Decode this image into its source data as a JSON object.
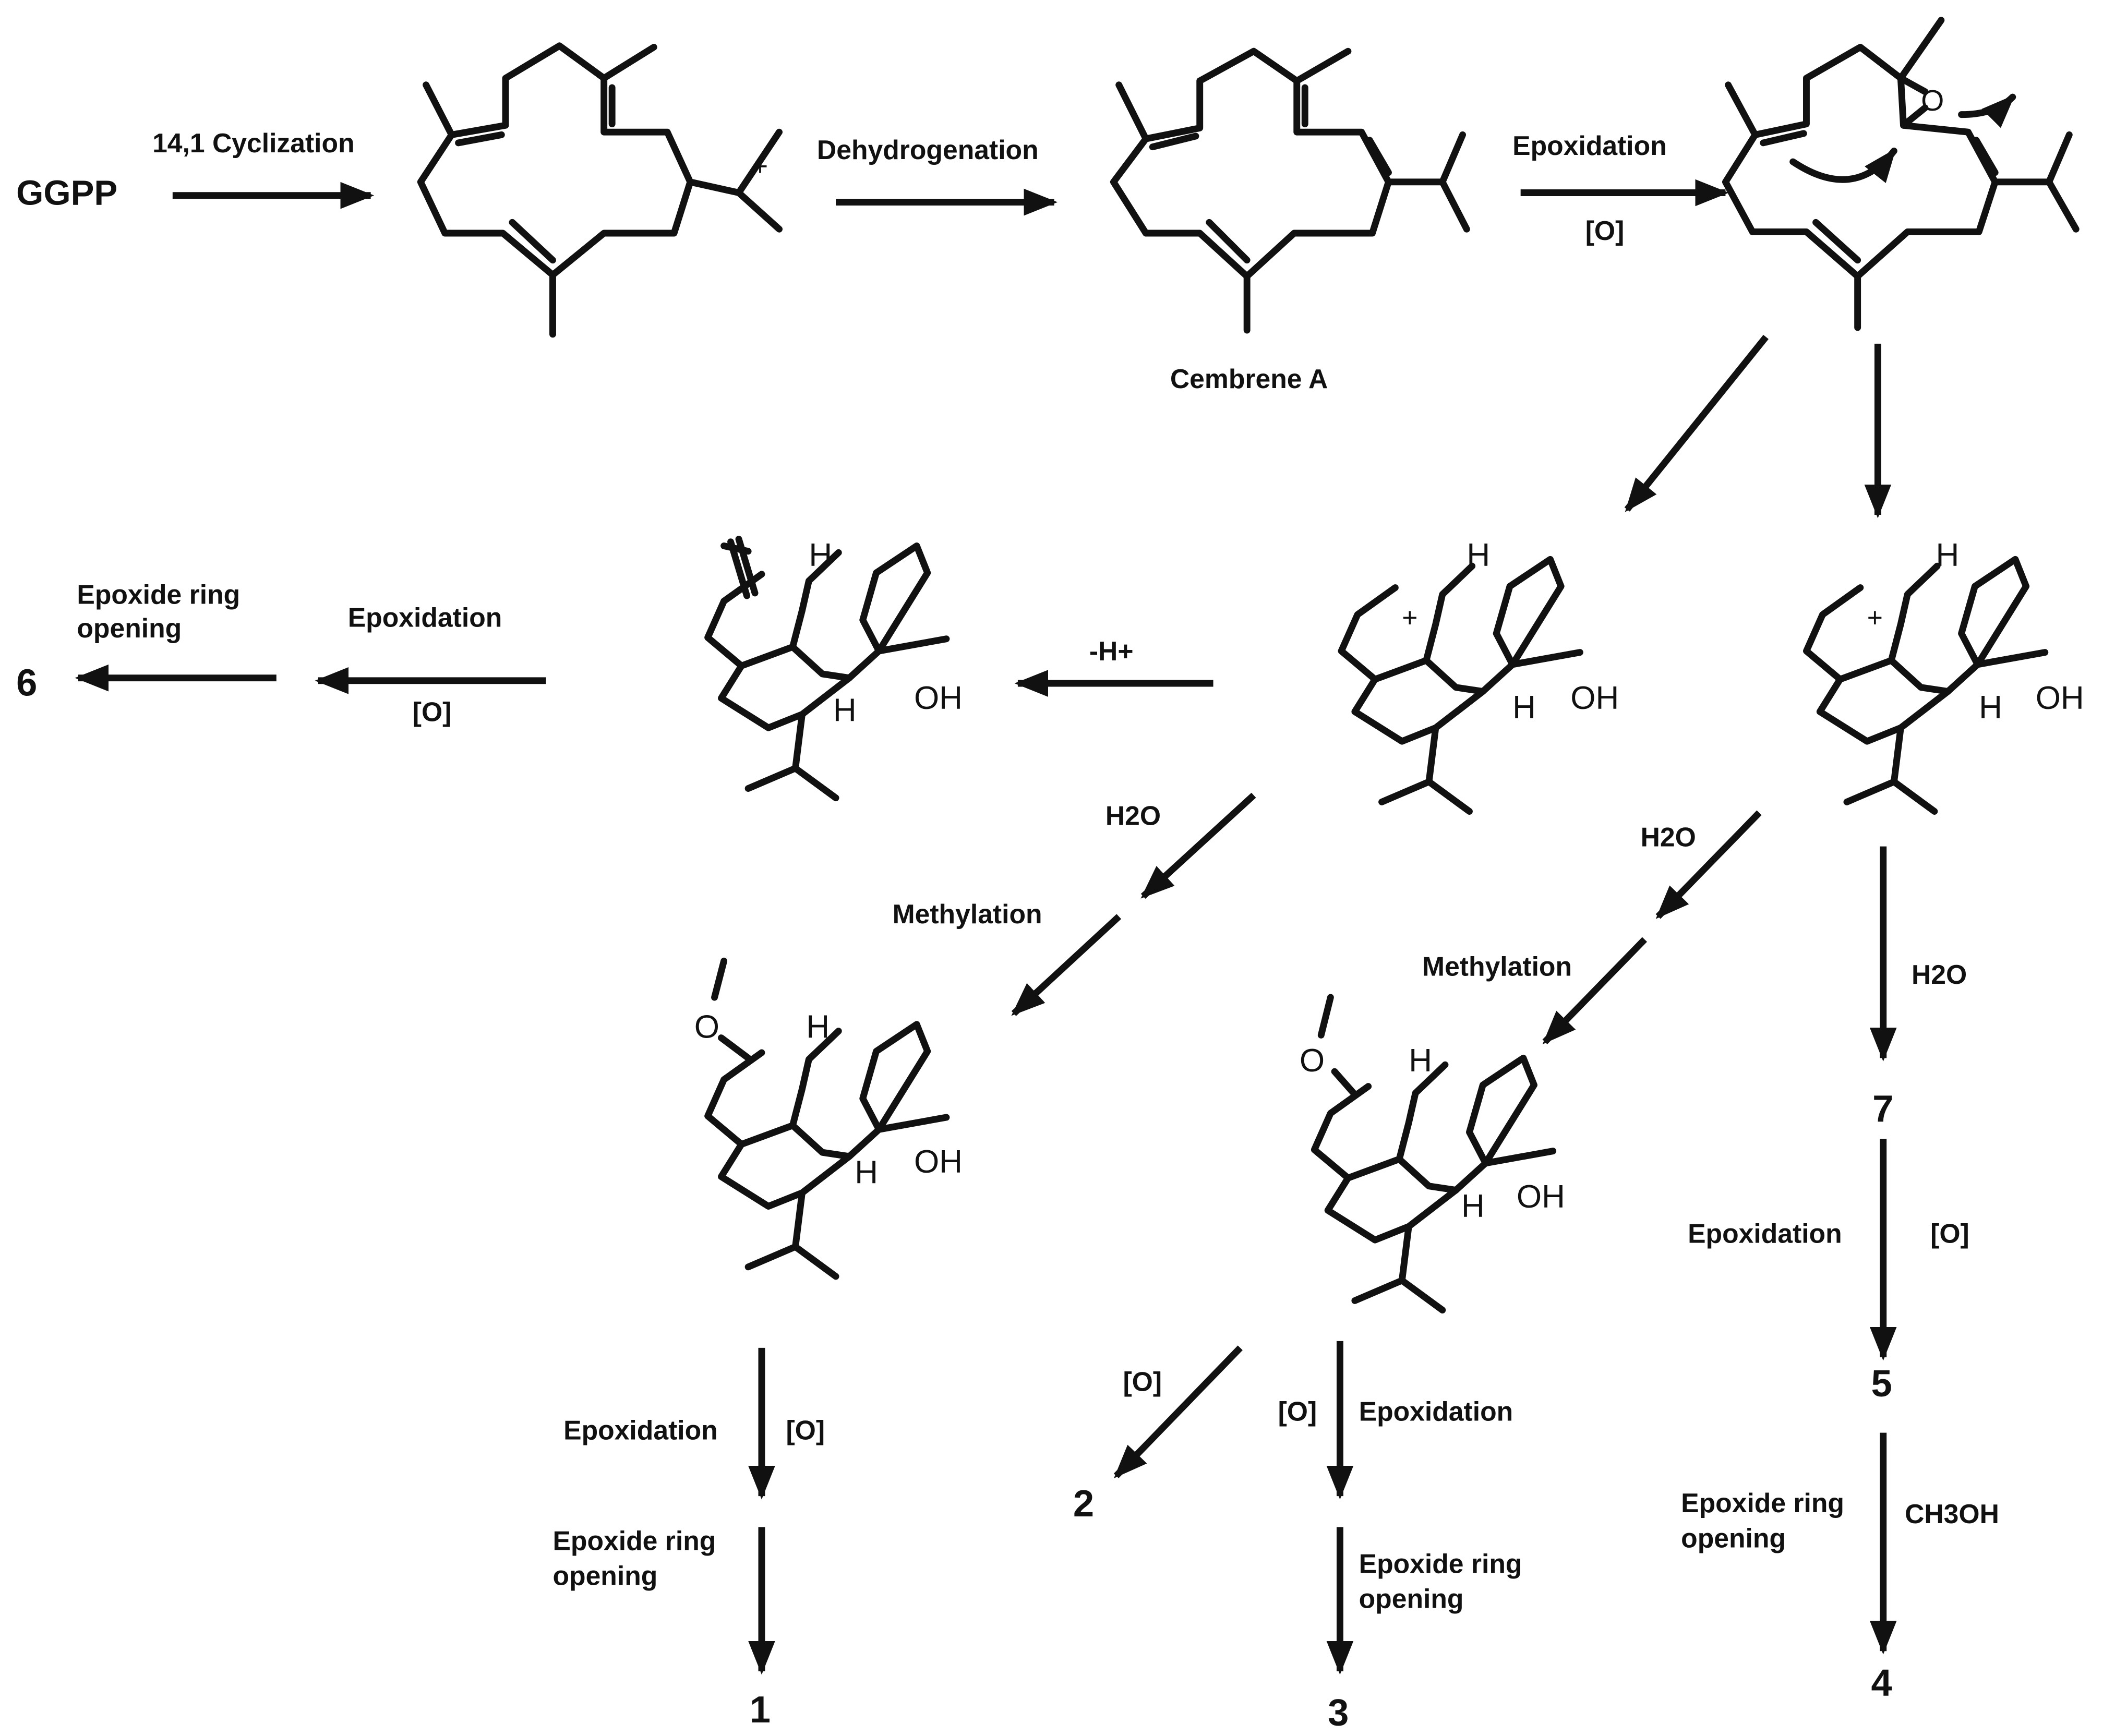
{
  "labels": {
    "ggpp": "GGPP",
    "cyclization": "14,1 Cyclization",
    "dehydrogenation": "Dehydrogenation",
    "epoxidation_top": "Epoxidation",
    "oxidant_top": "[O]",
    "cembrene": "Cembrene A",
    "epox_ring_opening_left": "Epoxide ring opening",
    "epoxidation_left": "Epoxidation",
    "oxidant_left": "[O]",
    "compound_6": "6",
    "minus_h": "-H+",
    "water_mid": "H2O",
    "methylation_left": "Methylation",
    "water_right1": "H2O",
    "methylation_right": "Methylation",
    "water_right2": "H2O",
    "compound_7": "7",
    "epoxidation_col1": "Epoxidation",
    "oxidant_col1": "[O]",
    "epox_ring_opening_col1": "Epoxide ring opening",
    "compound_1": "1",
    "oxidant_col2a": "[O]",
    "compound_2": "2",
    "oxidant_col2b": "[O]",
    "epoxidation_col2": "Epoxidation",
    "epox_ring_opening_col2": "Epoxide ring opening",
    "compound_3": "3",
    "epoxidation_col3": "Epoxidation",
    "oxidant_col3": "[O]",
    "compound_5": "5",
    "epox_ring_opening_col3": "Epoxide ring opening",
    "methanol": "CH3OH",
    "compound_4": "4"
  },
  "atoms": {
    "plus": "+",
    "oxygen": "O",
    "hydrogen": "H",
    "hydroxyl": "OH"
  }
}
